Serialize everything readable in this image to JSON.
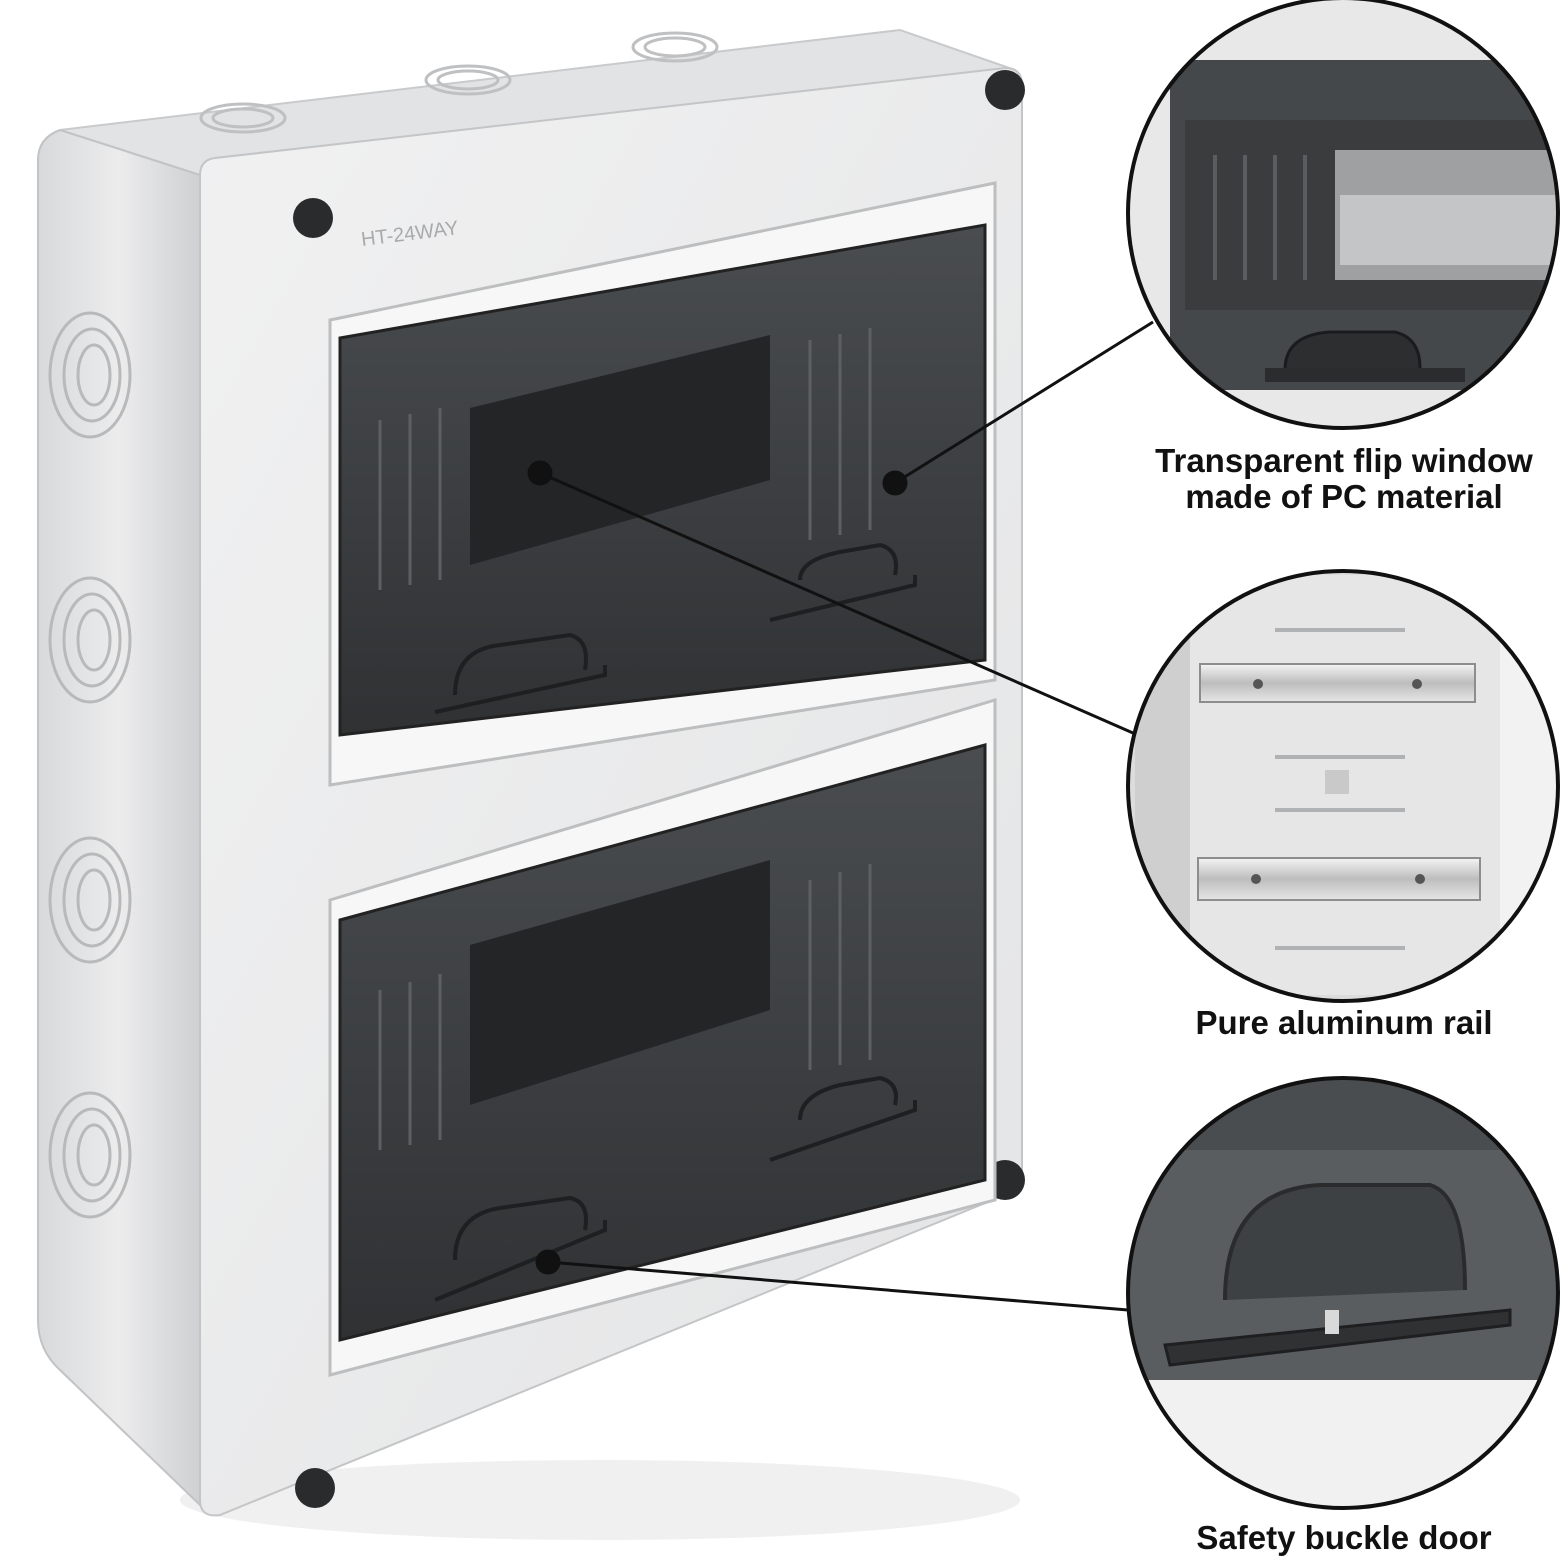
{
  "product": {
    "model_label": "HT-24WAY",
    "ways_total": 24,
    "rows": 2,
    "colors": {
      "housing": "#e6e7e8",
      "window_tint": "#3a3d40",
      "outline": "#111111"
    }
  },
  "callouts": [
    {
      "id": "window",
      "lines": [
        "Transparent flip window",
        "made of PC material"
      ]
    },
    {
      "id": "rail",
      "lines": [
        "Pure aluminum rail"
      ]
    },
    {
      "id": "door",
      "lines": [
        "Safety buckle door"
      ]
    }
  ]
}
